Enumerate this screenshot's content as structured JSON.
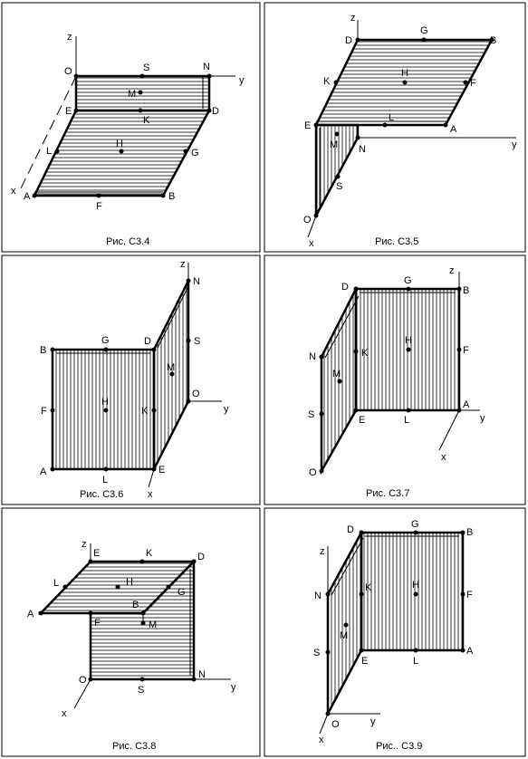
{
  "figures": [
    {
      "id": "c34",
      "caption": "Рис. С3.4",
      "axis_labels": [
        "z",
        "y",
        "x"
      ],
      "point_labels": [
        "O",
        "S",
        "N",
        "M",
        "E",
        "K",
        "D",
        "H",
        "L",
        "G",
        "A",
        "F",
        "B"
      ]
    },
    {
      "id": "c35",
      "caption": "Рис. С3.5",
      "axis_labels": [
        "z",
        "y",
        "x"
      ],
      "point_labels": [
        "D",
        "G",
        "B",
        "K",
        "H",
        "F",
        "E",
        "L",
        "A",
        "M",
        "N",
        "S",
        "O"
      ]
    },
    {
      "id": "c36",
      "caption": "Рис. С3.6",
      "axis_labels": [
        "z",
        "y",
        "x"
      ],
      "point_labels": [
        "N",
        "B",
        "G",
        "D",
        "S",
        "M",
        "F",
        "H",
        "K",
        "O",
        "A",
        "L",
        "E"
      ]
    },
    {
      "id": "c37",
      "caption": "Рис. С3.7",
      "axis_labels": [
        "z",
        "y",
        "x"
      ],
      "point_labels": [
        "D",
        "G",
        "B",
        "N",
        "K",
        "H",
        "F",
        "M",
        "S",
        "E",
        "L",
        "A",
        "O"
      ]
    },
    {
      "id": "c38",
      "caption": "Рис. С3.8",
      "axis_labels": [
        "z",
        "y",
        "x"
      ],
      "point_labels": [
        "E",
        "K",
        "D",
        "L",
        "H",
        "G",
        "A",
        "B",
        "F",
        "M",
        "O",
        "S",
        "N"
      ]
    },
    {
      "id": "c39",
      "caption": "Рис.. С3.9",
      "axis_labels": [
        "z",
        "y",
        "x"
      ],
      "point_labels": [
        "D",
        "G",
        "B",
        "N",
        "K",
        "H",
        "F",
        "M",
        "S",
        "E",
        "L",
        "A",
        "O"
      ]
    }
  ]
}
